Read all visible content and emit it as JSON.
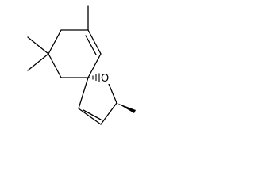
{
  "molecule": {
    "atoms": [
      {
        "id": "O1",
        "element": "O",
        "label": "O"
      }
    ],
    "stereo": [
      {
        "type": "hashed-wedge",
        "center": "spiro-carbon",
        "to": "O1"
      },
      {
        "type": "solid-wedge",
        "center": "C2",
        "to": "methyl"
      }
    ],
    "colors": {
      "bond": "#000000",
      "background": "#ffffff"
    }
  }
}
